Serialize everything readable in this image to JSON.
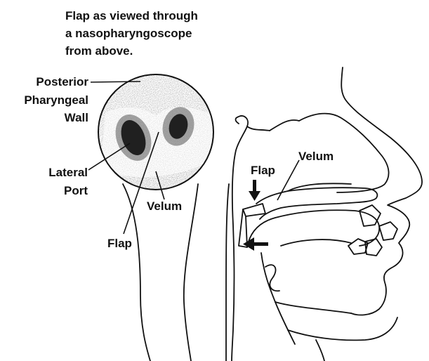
{
  "caption": {
    "line1": "Flap as viewed through",
    "line2": "a nasopharyngoscope",
    "line3": "from above."
  },
  "labels": {
    "posterior": [
      "Posterior",
      "Pharyngeal",
      "Wall"
    ],
    "lateral": [
      "Lateral",
      "Port"
    ],
    "velum_circle": "Velum",
    "flap_circle": "Flap",
    "flap_side": "Flap",
    "velum_side": "Velum"
  },
  "colors": {
    "ink": "#111111",
    "background": "#ffffff"
  }
}
